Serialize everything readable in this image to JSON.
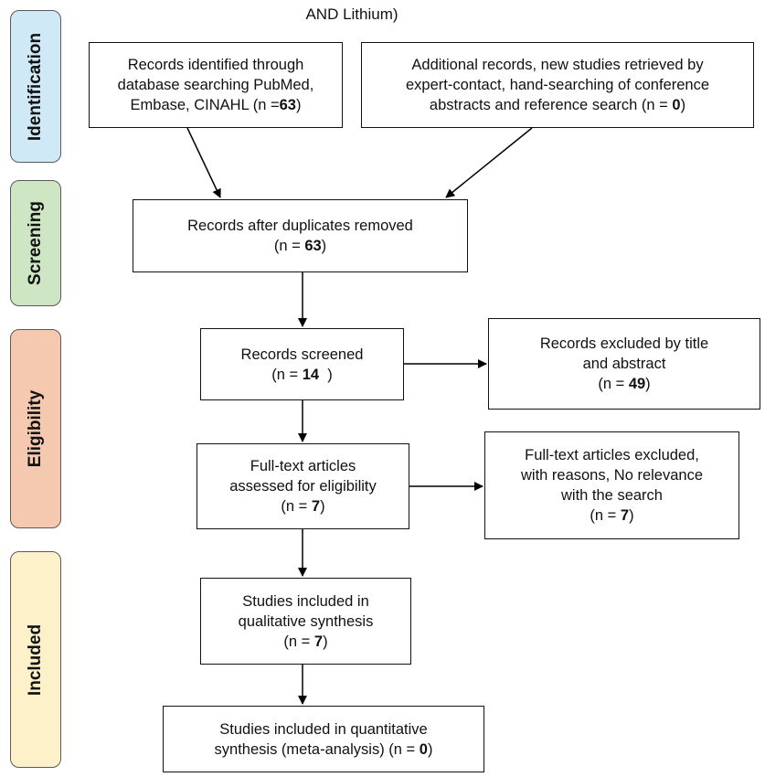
{
  "caption": "AND Lithium)",
  "stages": [
    {
      "label": "Identification",
      "color": "#cfe9f7"
    },
    {
      "label": "Screening",
      "color": "#cfe6c4"
    },
    {
      "label": "Eligibility",
      "color": "#f5c9b0"
    },
    {
      "label": "Included",
      "color": "#fdf1c9"
    }
  ],
  "boxes": {
    "database": {
      "l1": "Records identified through",
      "l2": "database searching PubMed,",
      "l3a": "Embase, CINAHL (n =",
      "count": "63",
      "l3b": ")"
    },
    "additional": {
      "l1": "Additional records, new studies retrieved by",
      "l2": "expert-contact, hand-searching of conference",
      "l3a": "abstracts and reference search (n = ",
      "count": "0",
      "l3b": ")"
    },
    "duplicates": {
      "l1": "Records after duplicates removed",
      "l2a": "(n = ",
      "count": "63",
      "l2b": ")"
    },
    "screened": {
      "l1": "Records screened",
      "l2a": "(n = ",
      "count": "14",
      "l2b": "  )"
    },
    "excluded_title": {
      "l1": "Records excluded by title",
      "l2": "and abstract",
      "l3a": "(n = ",
      "count": "49",
      "l3b": ")"
    },
    "fulltext": {
      "l1": "Full-text articles",
      "l2": "assessed for eligibility",
      "l3a": "(n = ",
      "count": "7",
      "l3b": ")"
    },
    "fulltext_excluded": {
      "l1": "Full-text articles excluded,",
      "l2": "with reasons, No relevance",
      "l3": "with the search",
      "l4a": "(n = ",
      "count": "7",
      "l4b": ")"
    },
    "qualitative": {
      "l1": "Studies included in",
      "l2": "qualitative synthesis",
      "l3a": "(n = ",
      "count": "7",
      "l3b": ")"
    },
    "quantitative": {
      "l1": "Studies included in quantitative",
      "l2a": "synthesis (meta-analysis) (n = ",
      "count": "0",
      "l2b": ")"
    }
  }
}
